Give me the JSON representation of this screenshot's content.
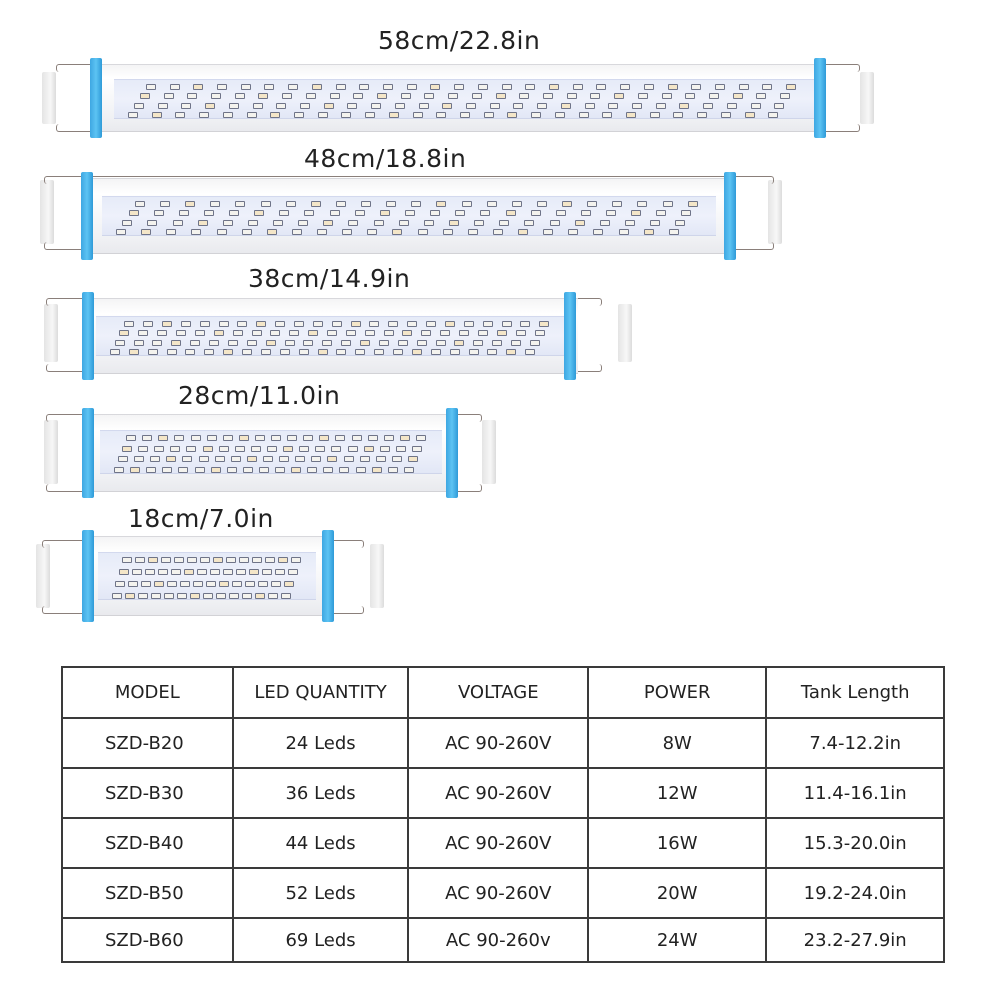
{
  "lights": [
    {
      "label": "58cm/22.8in",
      "length_cm": 58,
      "length_in": 22.8
    },
    {
      "label": "48cm/18.8in",
      "length_cm": 48,
      "length_in": 18.8
    },
    {
      "label": "38cm/14.9in",
      "length_cm": 38,
      "length_in": 14.9
    },
    {
      "label": "28cm/11.0in",
      "length_cm": 28,
      "length_in": 11.0
    },
    {
      "label": "18cm/7.0in",
      "length_cm": 18,
      "length_in": 7.0
    }
  ],
  "colors": {
    "end_cap_blue": "#45b1e8",
    "panel": "#e8edf9",
    "table_border": "#3a3a3a"
  },
  "table": {
    "headers": [
      "MODEL",
      "LED QUANTITY",
      "VOLTAGE",
      "POWER",
      "Tank Length"
    ],
    "rows": [
      [
        "SZD-B20",
        "24 Leds",
        "AC 90-260V",
        "8W",
        "7.4-12.2in"
      ],
      [
        "SZD-B30",
        "36 Leds",
        "AC 90-260V",
        "12W",
        "11.4-16.1in"
      ],
      [
        "SZD-B40",
        "44 Leds",
        "AC 90-260V",
        "16W",
        "15.3-20.0in"
      ],
      [
        "SZD-B50",
        "52 Leds",
        "AC 90-260V",
        "20W",
        "19.2-24.0in"
      ],
      [
        "SZD-B60",
        "69 Leds",
        "AC 90-260v",
        "24W",
        "23.2-27.9in"
      ]
    ]
  }
}
